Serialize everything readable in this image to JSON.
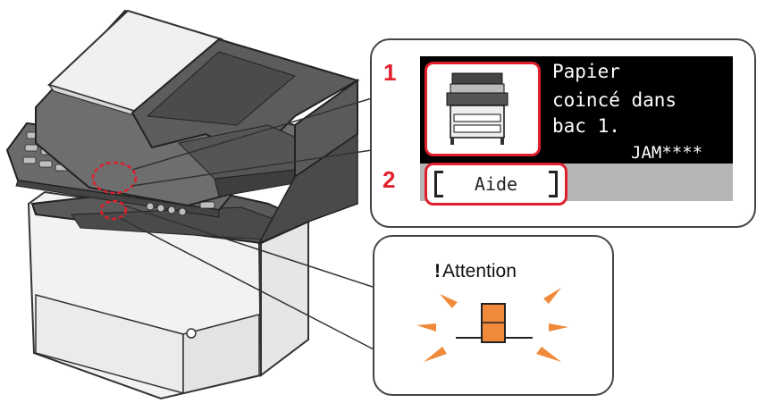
{
  "panel_callout": {
    "numbers": [
      "1",
      "2"
    ],
    "lcd": {
      "lines": [
        "Papier",
        "coincé dans",
        "bac 1."
      ],
      "code": "JAM****",
      "softkey_label": "Aide",
      "icon": "printer-icon"
    }
  },
  "attention": {
    "bang": "!",
    "label": "Attention",
    "indicator_color": "#f08a3a",
    "icon": "attention-indicator-icon"
  },
  "colors": {
    "highlight": "#e0202d",
    "lcd_background": "#000000",
    "lcd_text": "#ffffff",
    "softkey_bar": "#b5b5b5",
    "indicator": "#f08a3a",
    "printer_body": "#eeeeee",
    "printer_dark": "#3a3a3a"
  }
}
